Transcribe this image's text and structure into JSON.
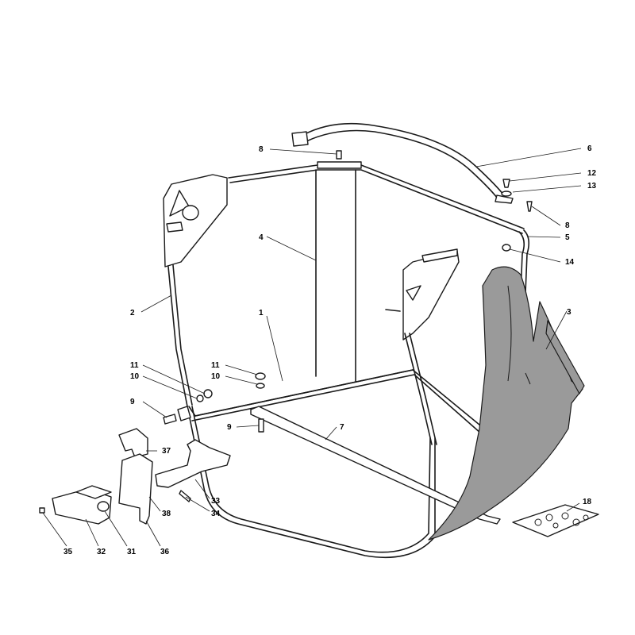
{
  "callouts": {
    "c1": "1",
    "c2": "2",
    "c3": "3",
    "c4": "4",
    "c5": "5",
    "c6": "6",
    "c7": "7",
    "c8a": "8",
    "c8b": "8",
    "c9a": "9",
    "c9b": "9",
    "c10a": "10",
    "c10b": "10",
    "c11a": "11",
    "c11b": "11",
    "c12": "12",
    "c13": "13",
    "c14": "14",
    "c18": "18",
    "c31": "31",
    "c32": "32",
    "c33": "33",
    "c34": "34",
    "c35": "35",
    "c36": "36",
    "c37": "37",
    "c38": "38"
  }
}
